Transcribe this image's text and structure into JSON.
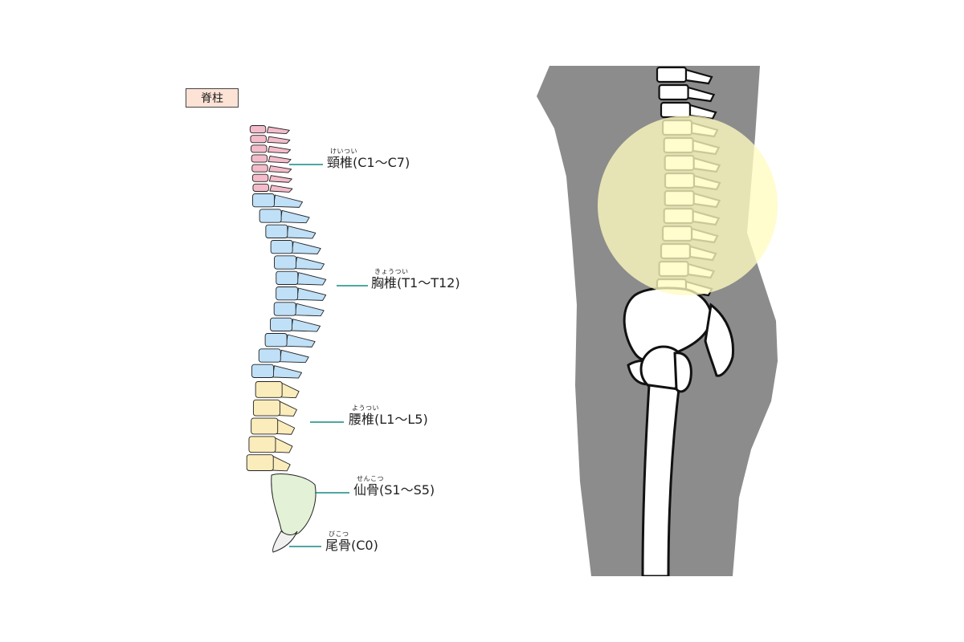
{
  "title": "脊柱",
  "colors": {
    "cervical": "#f4bccb",
    "thoracic": "#bfe0f7",
    "lumbar": "#fbecbc",
    "sacrum": "#e3f1d6",
    "coccyx": "#f0f0f0",
    "leader": "#138a80",
    "body": "#8c8c8c",
    "highlight": "#fffbc0"
  },
  "regions": [
    {
      "key": "cervical",
      "furigana": "けいつい",
      "name": "頸椎",
      "range": "(C1〜C7)",
      "count": 7
    },
    {
      "key": "thoracic",
      "furigana": "きょうつい",
      "name": "胸椎",
      "range": "(T1〜T12)",
      "count": 12
    },
    {
      "key": "lumbar",
      "furigana": "ようつい",
      "name": "腰椎",
      "range": "(L1〜L5)",
      "count": 5
    },
    {
      "key": "sacrum",
      "furigana": "せんこつ",
      "name": "仙骨",
      "range": "(S1〜S5)",
      "count": 1
    },
    {
      "key": "coccyx",
      "furigana": "びこつ",
      "name": "尾骨",
      "range": "(C0)",
      "count": 1
    }
  ]
}
